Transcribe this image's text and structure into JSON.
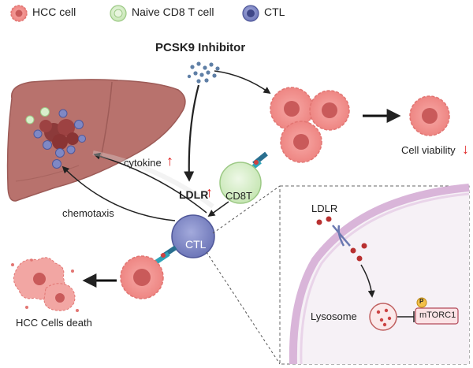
{
  "legend": {
    "hcc_cell": "HCC cell",
    "naive_cd8": "Naive CD8 T cell",
    "ctl": "CTL"
  },
  "labels": {
    "pcsk9_inhibitor": "PCSK9 Inhibitor",
    "cell_viability": "Cell viability",
    "cytokine": "cytokine",
    "chemotaxis": "chemotaxis",
    "ldlr_main": "LDLR",
    "cd8t": "CD8T",
    "ctl_cell": "CTL",
    "hcc_cells_death": "HCC Cells death",
    "ldlr_inset": "LDLR",
    "lysosome": "Lysosome",
    "mtorc1": "mTORC1",
    "phospho": "P",
    "arrow_up": "↑",
    "arrow_down": "↓"
  },
  "colors": {
    "hcc_fill": "#f08f8f",
    "hcc_core": "#c95a5a",
    "naive_fill": "#d9efcc",
    "ctl_fill": "#7f88c4",
    "liver": "#b9716c",
    "red_arrow": "#e01e1e",
    "inset_membrane": "#d9b5d9"
  }
}
